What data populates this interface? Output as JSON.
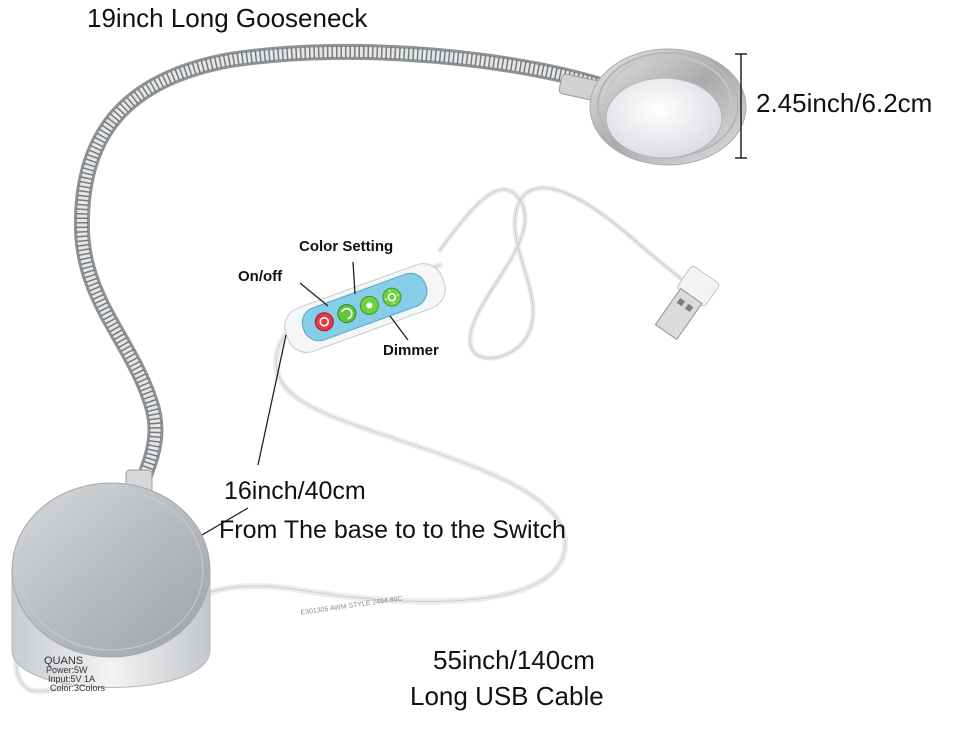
{
  "labels": {
    "gooseneck": "19inch Long Gooseneck",
    "head_size": "2.45inch/6.2cm",
    "color_setting": "Color Setting",
    "on_off": "On/off",
    "dimmer": "Dimmer",
    "switch_length": "16inch/40cm",
    "switch_desc": "From The base to to the Switch",
    "cable_length": "55inch/140cm",
    "cable_desc": "Long USB Cable"
  },
  "base_label": {
    "brand": "QUANS",
    "power": "Power:5W",
    "input": "Input:5V 1A",
    "color": "Color:3Colors"
  },
  "cable_print": "E301305 AWM STYLE 2464 80C",
  "colors": {
    "switch_body": "#86cde8",
    "on_button": "#e23a4a",
    "color_button": "#5fc83a",
    "dimmer_button": "#6fd040",
    "metal": "#c9c9c9",
    "led": "#f4f4f6"
  }
}
